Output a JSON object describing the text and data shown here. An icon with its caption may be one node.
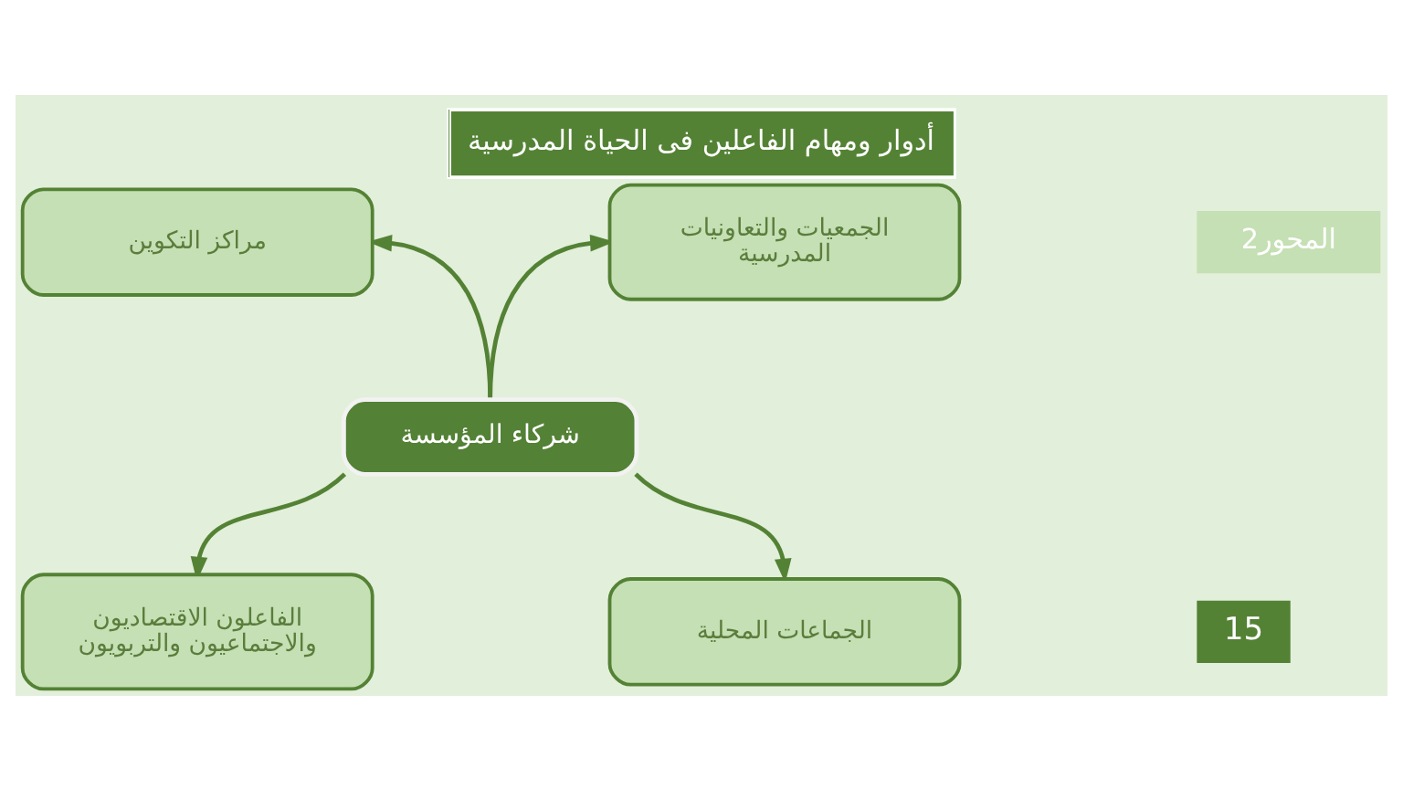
{
  "diagram": {
    "title": "أدوار ومهام الفاعلين فى الحياة المدرسية",
    "nodes": [
      {
        "text": [
          "الجمعيات والتعاونيات المدرسية"
        ]
      },
      {
        "text": [
          "مراكز التكوين"
        ]
      },
      {
        "text": [
          "شركاء المؤسسة"
        ]
      },
      {
        "text": [
          "الجماعات المحلية"
        ]
      },
      {
        "text": [
          "الفاعلون الاقتصاديون والاجتماعيون والتربويون"
        ]
      }
    ],
    "edges": [
      {
        "from": 2,
        "to": 0,
        "arrow": "to"
      },
      {
        "from": 2,
        "to": 1,
        "arrow": "to"
      },
      {
        "from": 2,
        "to": 3,
        "arrow": "to"
      },
      {
        "from": 2,
        "to": 4,
        "arrow": "to"
      }
    ],
    "labels": [
      "المحور2",
      "15"
    ]
  }
}
